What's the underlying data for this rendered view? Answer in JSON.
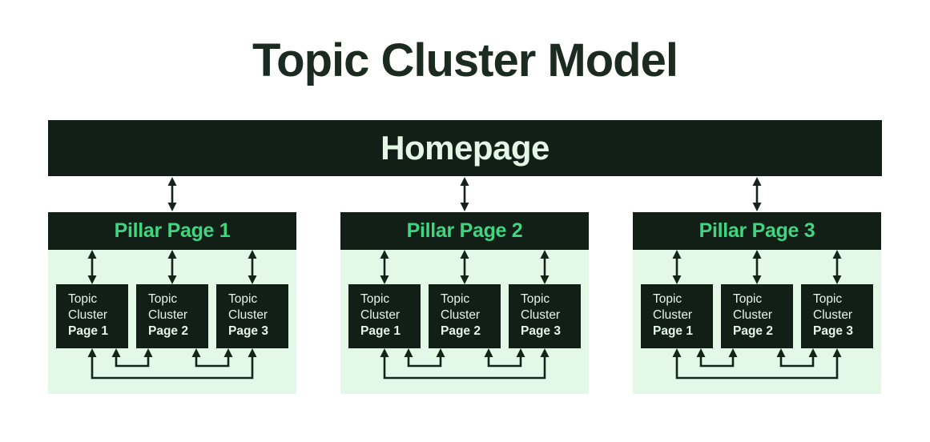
{
  "title": "Topic Cluster Model",
  "homepage": {
    "label": "Homepage"
  },
  "pillars": [
    {
      "label": "Pillar Page 1",
      "clusters": [
        {
          "line1": "Topic",
          "line2": "Cluster",
          "page": "Page 1"
        },
        {
          "line1": "Topic",
          "line2": "Cluster",
          "page": "Page 2"
        },
        {
          "line1": "Topic",
          "line2": "Cluster",
          "page": "Page 3"
        }
      ]
    },
    {
      "label": "Pillar Page 2",
      "clusters": [
        {
          "line1": "Topic",
          "line2": "Cluster",
          "page": "Page 1"
        },
        {
          "line1": "Topic",
          "line2": "Cluster",
          "page": "Page 2"
        },
        {
          "line1": "Topic",
          "line2": "Cluster",
          "page": "Page 3"
        }
      ]
    },
    {
      "label": "Pillar Page 3",
      "clusters": [
        {
          "line1": "Topic",
          "line2": "Cluster",
          "page": "Page 1"
        },
        {
          "line1": "Topic",
          "line2": "Cluster",
          "page": "Page 2"
        },
        {
          "line1": "Topic",
          "line2": "Cluster",
          "page": "Page 3"
        }
      ]
    }
  ],
  "colors": {
    "dark_node": "#111f16",
    "pale_text": "#e4f7e7",
    "accent_green": "#3fd67f",
    "cluster_bg": "#e3f8e6",
    "page_bg": "#ffffff",
    "connector": "#15241b",
    "title_text": "#1c2b21"
  }
}
